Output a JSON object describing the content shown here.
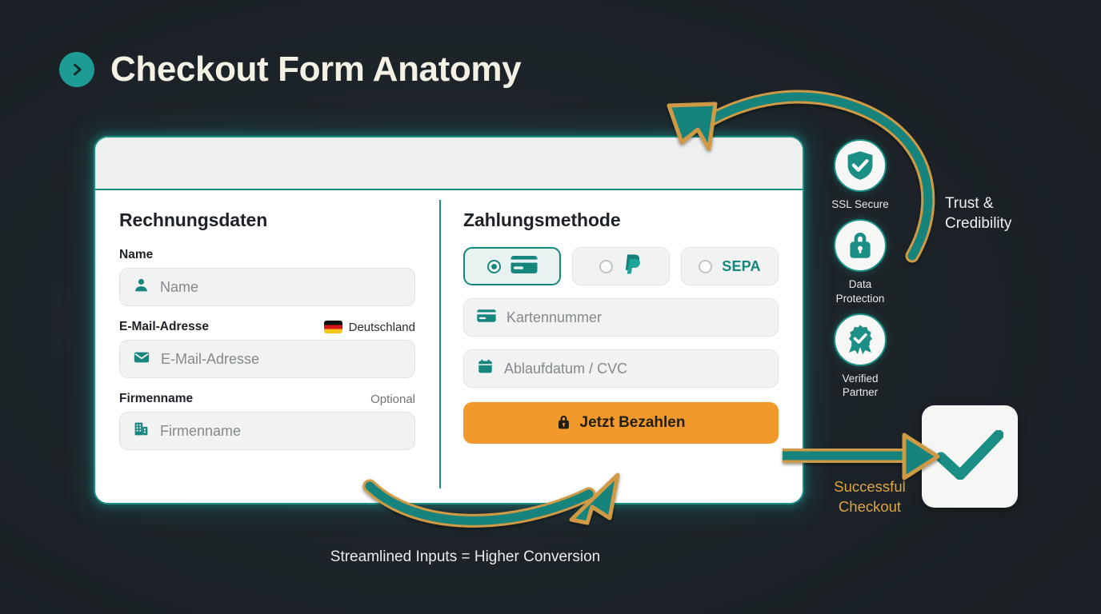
{
  "page": {
    "background_color": "#1c2228",
    "accent_teal": "#1b8e85",
    "accent_orange": "#f1992b",
    "annotation_gold": "#dfa443"
  },
  "header": {
    "title": "Checkout Form Anatomy",
    "badge_icon": "chevron-right-icon"
  },
  "checkout_card": {
    "billing": {
      "section_title": "Rechnungsdaten",
      "fields": [
        {
          "label": "Name",
          "placeholder": "Name",
          "icon": "person-icon",
          "aux": "",
          "aux_icon": ""
        },
        {
          "label": "E-Mail-Adresse",
          "placeholder": "E-Mail-Adresse",
          "icon": "envelope-icon",
          "aux": "Deutschland",
          "aux_icon": "flag-de-icon"
        },
        {
          "label": "Firmenname",
          "placeholder": "Firmenname",
          "icon": "building-icon",
          "aux": "Optional",
          "aux_icon": ""
        }
      ]
    },
    "payment": {
      "section_title": "Zahlungsmethode",
      "methods": [
        {
          "name": "card",
          "label": "",
          "icon": "credit-card-icon",
          "selected": true
        },
        {
          "name": "paypal",
          "label": "",
          "icon": "paypal-icon",
          "selected": false
        },
        {
          "name": "sepa",
          "label": "SEPA",
          "icon": "",
          "selected": false
        }
      ],
      "fields": [
        {
          "placeholder": "Kartennummer",
          "icon": "credit-card-icon"
        },
        {
          "placeholder": "Ablaufdatum / CVC",
          "icon": "calendar-icon"
        }
      ],
      "cta": {
        "label": "Jetzt Bezahlen",
        "icon": "lock-icon",
        "color": "#f1992b"
      }
    }
  },
  "trust_badges": [
    {
      "label": "SSL Secure",
      "icon": "shield-check-icon"
    },
    {
      "label": "Data\nProtection",
      "label_line1": "Data",
      "label_line2": "Protection",
      "icon": "lock-icon"
    },
    {
      "label": "Verified\nPartner",
      "label_line1": "Verified",
      "label_line2": "Partner",
      "icon": "award-rosette-icon"
    }
  ],
  "annotations": {
    "trust_line1": "Trust &",
    "trust_line2": "Credibility",
    "success_line1": "Successful",
    "success_line2": "Checkout",
    "bottom_caption": "Streamlined Inputs = Higher Conversion"
  },
  "success_card": {
    "icon": "check-mark-icon"
  }
}
